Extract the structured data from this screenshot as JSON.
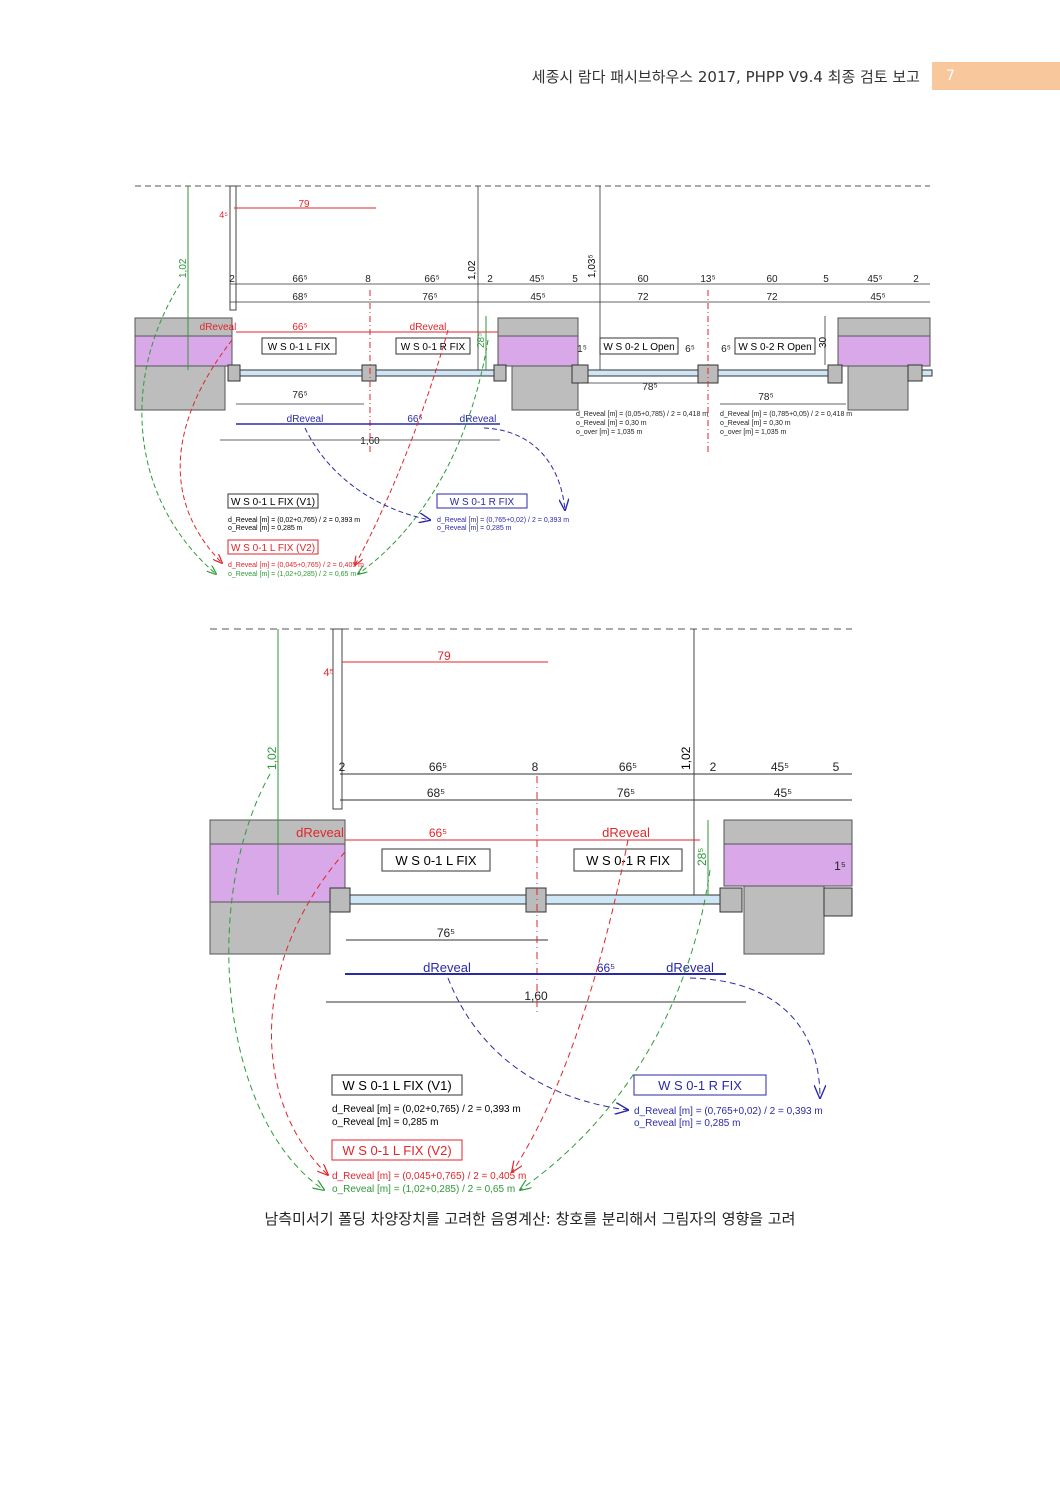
{
  "header": {
    "title": "세종시 람다 패시브하우스 2017, PHPP V9.4 최종 검토 보고",
    "page_number": "7"
  },
  "labels": {
    "dim_79": "79",
    "dim_4_5": "4⁵",
    "dim_102": "1,02",
    "dim_103_5": "1,03⁵",
    "dim_2": "2",
    "dim_66_5": "66⁵",
    "dim_8": "8",
    "dim_45_5": "45⁵",
    "dim_5": "5",
    "dim_60": "60",
    "dim_13_5": "13⁵",
    "dim_68_5": "68⁵",
    "dim_76_5": "76⁵",
    "dim_72": "72",
    "dim_78_5": "78⁵",
    "dim_6_5": "6⁵",
    "dim_28_5": "28⁵",
    "dim_30": "30",
    "dim_1_5": "1⁵",
    "dim_160": "1,60",
    "dreveal": "dReveal",
    "ws_l_fix": "W S 0-1 L FIX",
    "ws_r_fix": "W S 0-1 R FIX",
    "ws_02_l": "W S 0-2 L Open",
    "ws_02_r": "W S 0-2 R Open",
    "box_v1": "W S 0-1 L FIX (V1)",
    "box_r_fix": "W S 0-1 R FIX",
    "box_v2": "W S 0-1 L FIX (V2)",
    "v1_d": "d_Reveal [m] = (0,02+0,765) / 2 = 0,393 m",
    "v1_o": "o_Reveal [m] = 0,285 m",
    "r_d": "d_Reveal [m] = (0,765+0,02) / 2 = 0,393 m",
    "r_o": "o_Reveal [m] = 0,285 m",
    "v2_d": "d_Reveal [m] = (0,045+0,765) / 2 = 0,405 m",
    "v2_o": "o_Reveal [m] = (1,02+0,285) / 2 = 0,65 m",
    "w02l_d": "d_Reveal [m] = (0,05+0,785) / 2 = 0,418 m",
    "w02l_o1": "o_Reveal [m] = 0,30 m",
    "w02l_o2": "o_over [m] = 1,035 m",
    "w02r_d": "d_Reveal [m] = (0,785+0,05) / 2 = 0,418 m",
    "w02r_o1": "o_Reveal [m] = 0,30 m",
    "w02r_o2": "o_over [m] = 1,035 m"
  },
  "caption": "남측미서기 폴딩 차양장치를 고려한 음영계산: 창호를 분리해서 그림자의 영향을 고려",
  "colors": {
    "red": "#e0262b",
    "green": "#2e9a3a",
    "blue": "#2a2aa8",
    "purple": "#d9a8e8",
    "wall": "#bdbdbd"
  }
}
